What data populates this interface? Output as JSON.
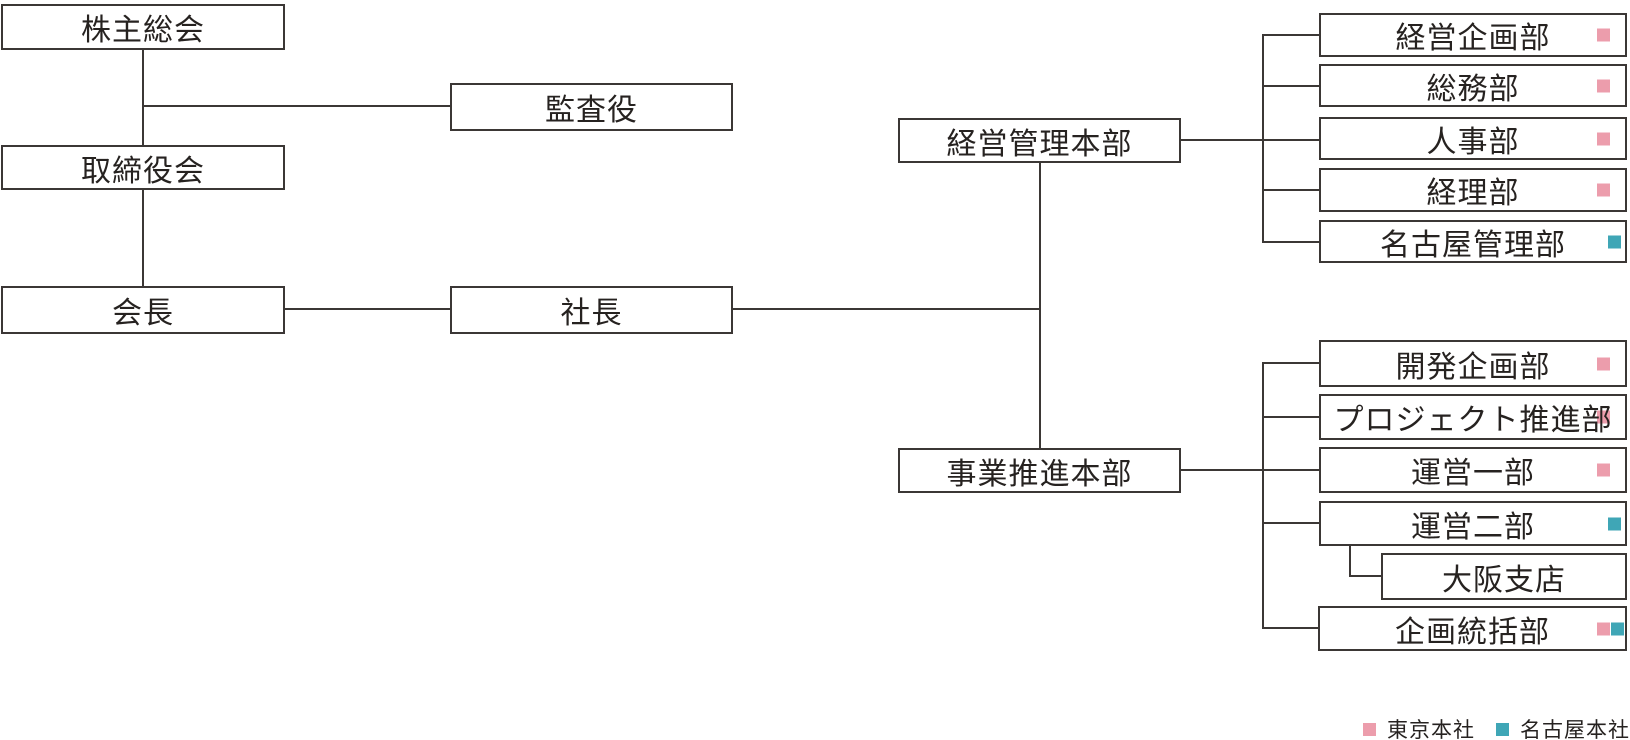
{
  "diagram": {
    "type": "org-chart",
    "colors": {
      "tokyo": "#EC9DAC",
      "nagoya": "#3FA6B6",
      "line": "#3B3735"
    },
    "nodes": [
      {
        "id": "shareholders-meeting",
        "label": "株主総会",
        "markers": []
      },
      {
        "id": "auditor",
        "label": "監査役",
        "markers": []
      },
      {
        "id": "board-of-directors",
        "label": "取締役会",
        "markers": []
      },
      {
        "id": "chairman",
        "label": "会長",
        "markers": []
      },
      {
        "id": "president",
        "label": "社長",
        "markers": []
      },
      {
        "id": "management-division",
        "label": "経営管理本部",
        "markers": []
      },
      {
        "id": "business-division",
        "label": "事業推進本部",
        "markers": []
      },
      {
        "id": "corporate-planning",
        "label": "経営企画部",
        "markers": [
          "tokyo"
        ]
      },
      {
        "id": "general-affairs",
        "label": "総務部",
        "markers": [
          "tokyo"
        ]
      },
      {
        "id": "human-resources",
        "label": "人事部",
        "markers": [
          "tokyo"
        ]
      },
      {
        "id": "accounting",
        "label": "経理部",
        "markers": [
          "tokyo"
        ]
      },
      {
        "id": "nagoya-admin",
        "label": "名古屋管理部",
        "markers": [
          "nagoya"
        ]
      },
      {
        "id": "dev-planning",
        "label": "開発企画部",
        "markers": [
          "tokyo"
        ]
      },
      {
        "id": "project-promotion",
        "label": "プロジェクト推進部",
        "markers": [
          "tokyo"
        ]
      },
      {
        "id": "operations-1",
        "label": "運営一部",
        "markers": [
          "tokyo"
        ]
      },
      {
        "id": "operations-2",
        "label": "運営二部",
        "markers": [
          "nagoya"
        ]
      },
      {
        "id": "osaka-branch",
        "label": "大阪支店",
        "markers": []
      },
      {
        "id": "planning-control",
        "label": "企画統括部",
        "markers": [
          "tokyo",
          "nagoya"
        ]
      }
    ],
    "legend": [
      {
        "type": "tokyo",
        "label": "東京本社"
      },
      {
        "type": "nagoya",
        "label": "名古屋本社"
      }
    ]
  }
}
